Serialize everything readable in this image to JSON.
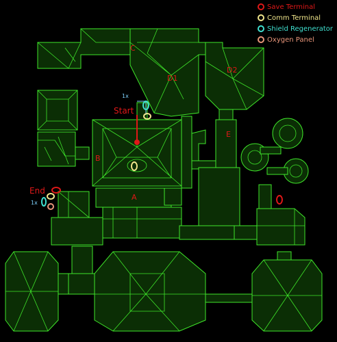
{
  "legend": {
    "items": [
      {
        "label": "Save Terminal",
        "color": "#e01818",
        "icon": "save-terminal-icon"
      },
      {
        "label": "Comm Terminal",
        "color": "#f0e68c",
        "icon": "comm-terminal-icon"
      },
      {
        "label": "Shield Regenerator",
        "color": "#40e0d0",
        "icon": "shield-regenerator-icon"
      },
      {
        "label": "Oxygen Panel",
        "color": "#e9967a",
        "icon": "oxygen-panel-icon"
      }
    ]
  },
  "map": {
    "labels": {
      "start": "Start",
      "end": "End",
      "a": "A",
      "b": "B",
      "c": "C",
      "d1": "D1",
      "d2": "D2",
      "e": "E"
    },
    "counts": {
      "shield_top": "1x",
      "shield_left": "1x"
    }
  },
  "colors": {
    "wall": "#3fe62a",
    "floor": "#0b2e05",
    "marker": "#e01818",
    "background": "#000000"
  }
}
